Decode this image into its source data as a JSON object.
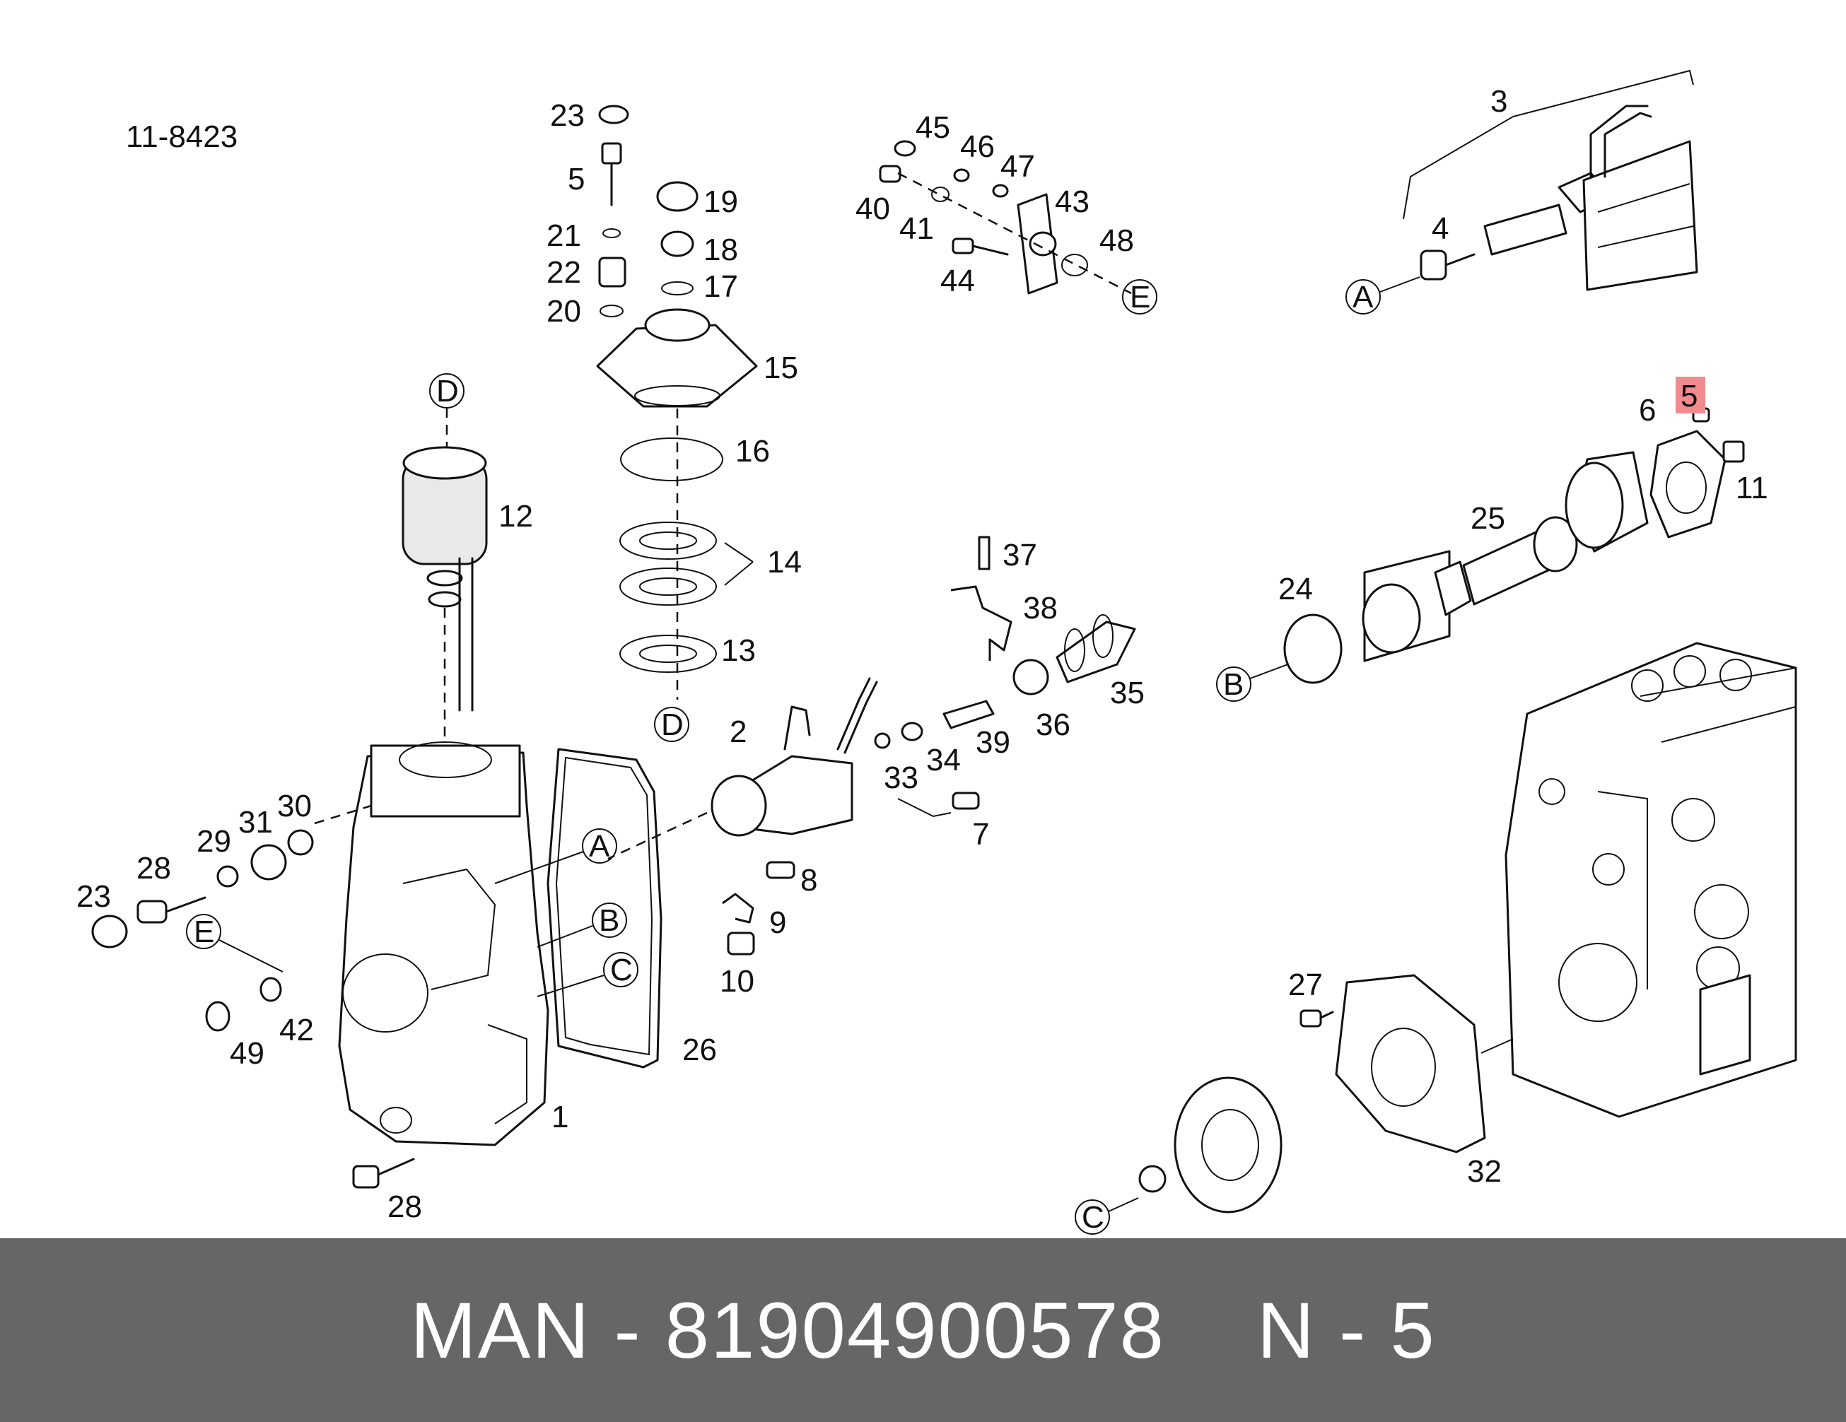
{
  "drawing_number": "11-8423",
  "callouts": {
    "p1": "1",
    "p2": "2",
    "p3": "3",
    "p4": "4",
    "p5": "5",
    "p5b": "5",
    "p6": "6",
    "p7": "7",
    "p8": "8",
    "p9": "9",
    "p10": "10",
    "p11": "11",
    "p12": "12",
    "p13": "13",
    "p14": "14",
    "p15": "15",
    "p16": "16",
    "p17": "17",
    "p18": "18",
    "p19": "19",
    "p20": "20",
    "p21": "21",
    "p22": "22",
    "p23a": "23",
    "p23b": "23",
    "p24": "24",
    "p25": "25",
    "p26": "26",
    "p27": "27",
    "p28a": "28",
    "p28b": "28",
    "p29": "29",
    "p30": "30",
    "p31": "31",
    "p32": "32",
    "p33": "33",
    "p34": "34",
    "p35": "35",
    "p36": "36",
    "p37": "37",
    "p38": "38",
    "p39": "39",
    "p40": "40",
    "p41": "41",
    "p42": "42",
    "p43": "43",
    "p44": "44",
    "p45": "45",
    "p46": "46",
    "p47": "47",
    "p48": "48",
    "p49": "49"
  },
  "markers": {
    "a1": "A",
    "a2": "A",
    "b1": "B",
    "b2": "B",
    "c1": "C",
    "c2": "C",
    "d1": "D",
    "d2": "D",
    "e1": "E",
    "e2": "E"
  },
  "footer": {
    "brand": "MAN",
    "separator": "-",
    "part_number": "81904900578",
    "position_prefix": "N",
    "position_separator": "-",
    "position_number": "5"
  },
  "highlight_color": "#f28b8f",
  "footer_color": "#666666"
}
